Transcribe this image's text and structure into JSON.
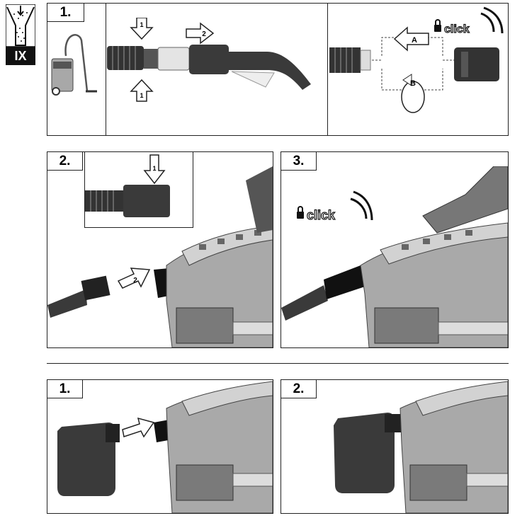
{
  "badge": {
    "label": "IX"
  },
  "steps": {
    "top_1": "1.",
    "top_2": "2.",
    "top_3": "3.",
    "bottom_1": "1.",
    "bottom_2": "2."
  },
  "arrows": {
    "push_down": "1",
    "push_up": "1",
    "slide": "2",
    "option_a": "A",
    "option_b": "B",
    "insert_detail": "1",
    "insert_hose": "2"
  },
  "sound": {
    "click_text": "click"
  },
  "colors": {
    "line": "#222222",
    "dark_part": "#2e2e2e",
    "grey_body": "#9a9a9a",
    "light_part": "#e6e6e6"
  }
}
